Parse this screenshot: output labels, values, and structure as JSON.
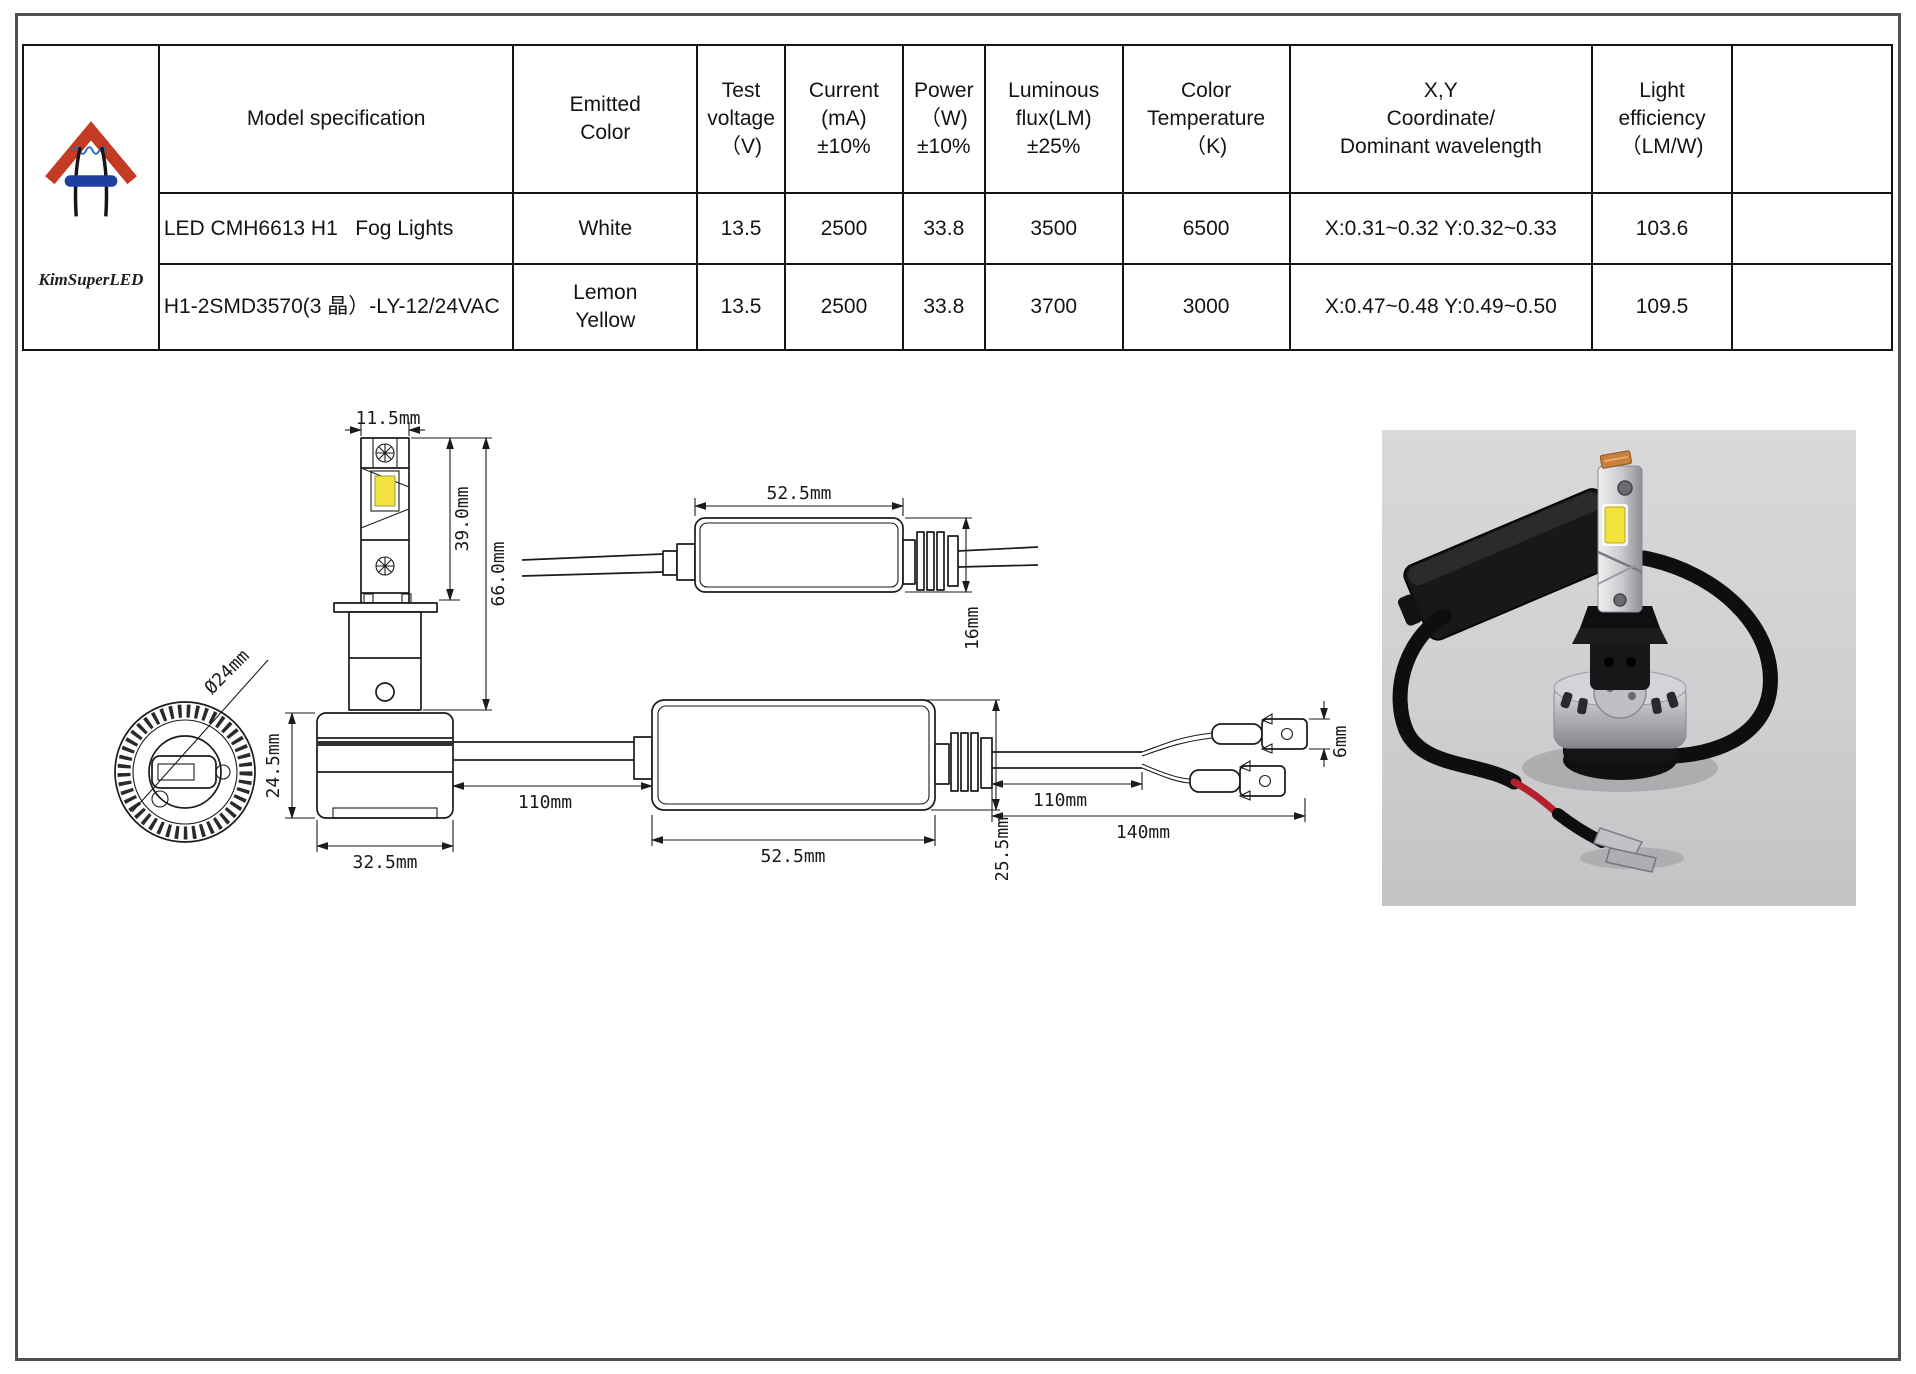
{
  "page": {
    "background": "#ffffff",
    "frame_color": "#515151"
  },
  "logo": {
    "text": "KimSuperLED"
  },
  "table": {
    "col_headers": [
      "Model specification",
      "Emitted\nColor",
      "Test\nvoltage\n（V)",
      "Current\n(mA)\n±10%",
      "Power\n（W)\n±10%",
      "Luminous\nflux(LM)\n±25%",
      "Color\nTemperature\n（K)",
      "X,Y\nCoordinate/\nDominant wavelength",
      "Light\nefficiency\n（LM/W)"
    ],
    "rows": [
      {
        "cells": [
          "LED CMH6613 H1   Fog Lights",
          "White",
          "13.5",
          "2500",
          "33.8",
          "3500",
          "6500",
          "X:0.31~0.32 Y:0.32~0.33",
          "103.6"
        ]
      },
      {
        "cells": [
          "H1-2SMD3570(3 晶）-LY-12/24VAC",
          "Lemon\nYellow",
          "13.5",
          "2500",
          "33.8",
          "3700",
          "3000",
          "X:0.47~0.48 Y:0.49~0.50",
          "109.5"
        ]
      }
    ]
  },
  "drawings": {
    "dims": {
      "bulb_width": "11.5mm",
      "led_section_height": "39.0mm",
      "bulb_height": "66.0mm",
      "base_diameter": "Ø24mm",
      "base_height": "24.5mm",
      "base_width": "32.5mm",
      "driver_top_length": "52.5mm",
      "driver_top_height": "16mm",
      "wire_bulb_to_driver": "110mm",
      "driver_length": "52.5mm",
      "driver_height": "25.5mm",
      "wire_driver_to_split": "110mm",
      "wire_total": "140mm",
      "terminal_width": "6mm"
    }
  },
  "colors": {
    "table_border": "#141414",
    "led_chip_yellow": "#f2e33c",
    "logo_red": "#c23b22",
    "logo_bar_blue": "#1e3f9e",
    "logo_wave_blue": "#2e6fc0",
    "wire_red": "#b5202c"
  }
}
